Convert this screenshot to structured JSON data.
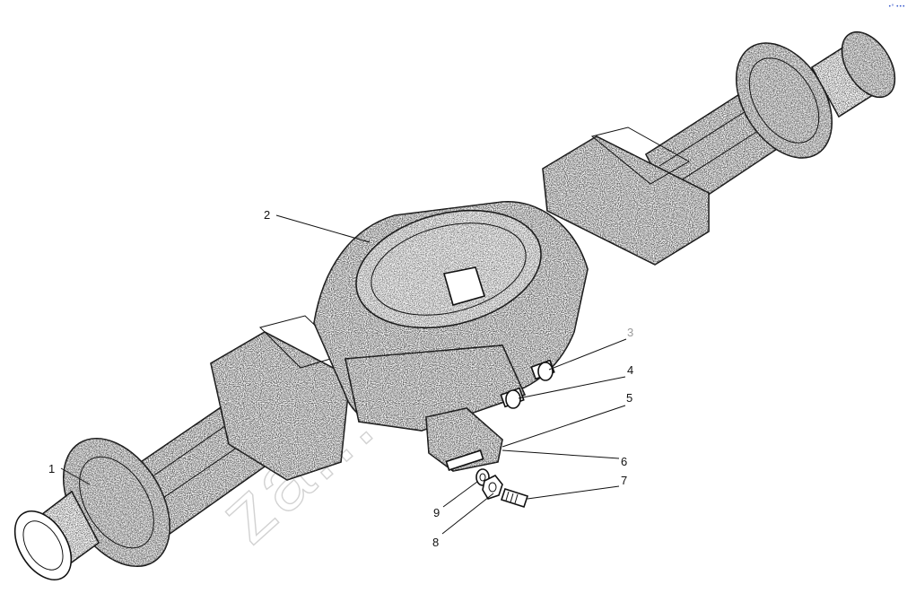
{
  "drawing": {
    "watermark": "za... .ru",
    "corner_mark": "•° •••",
    "stipple_color": "#1a1a1a",
    "callouts": [
      {
        "id": "1",
        "label": "1"
      },
      {
        "id": "2",
        "label": "2"
      },
      {
        "id": "3",
        "label": "3"
      },
      {
        "id": "4",
        "label": "4"
      },
      {
        "id": "5",
        "label": "5"
      },
      {
        "id": "6",
        "label": "6"
      },
      {
        "id": "7",
        "label": "7"
      },
      {
        "id": "8",
        "label": "8"
      },
      {
        "id": "9",
        "label": "9"
      }
    ]
  }
}
